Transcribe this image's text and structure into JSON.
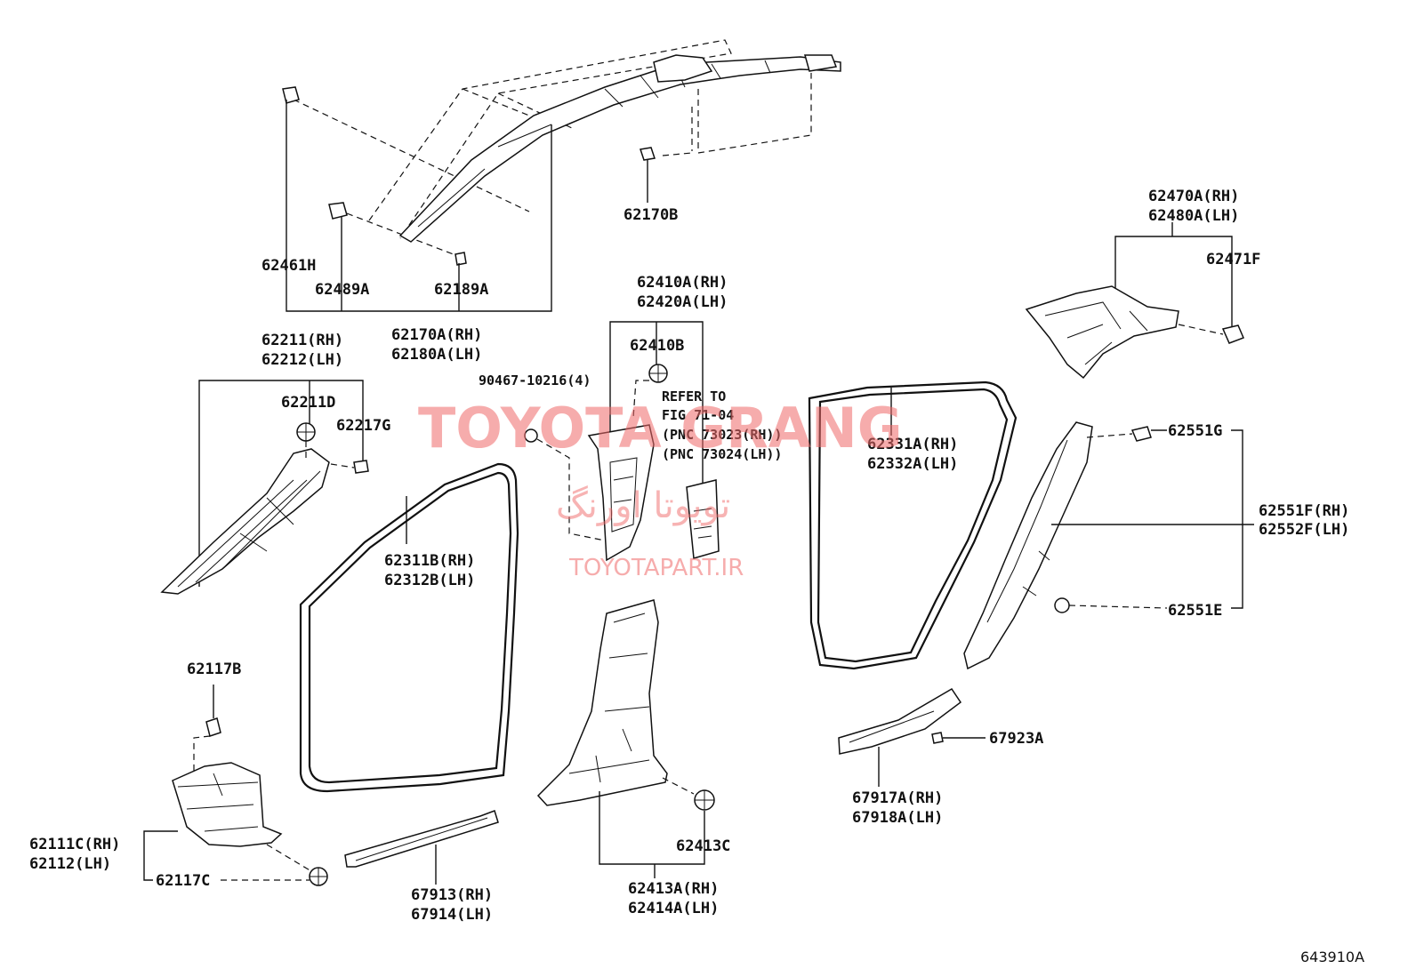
{
  "watermark": {
    "brand": "TOYOTA GRANG",
    "persian": "تویوتا اورنگ",
    "url": "TOYOTAPART.IR"
  },
  "diagram_code": "643910A",
  "reference_note": {
    "line1": "REFER TO",
    "line2": "FIG 71-04",
    "line3": "(PNC 73023(RH))",
    "line4": "(PNC 73024(LH))"
  },
  "labels": {
    "p62170B": "62170B",
    "p62461H": "62461H",
    "p62489A": "62489A",
    "p62189A": "62189A",
    "p62170A_rh": "62170A(RH)",
    "p62180A_lh": "62180A(LH)",
    "p62211_rh": "62211(RH)",
    "p62212_lh": "62212(LH)",
    "p62211D": "62211D",
    "p62217G": "62217G",
    "p90467": "90467-10216(4)",
    "p62410A_rh": "62410A(RH)",
    "p62420A_lh": "62420A(LH)",
    "p62410B": "62410B",
    "p62470A_rh": "62470A(RH)",
    "p62480A_lh": "62480A(LH)",
    "p62471F": "62471F",
    "p62331A_rh": "62331A(RH)",
    "p62332A_lh": "62332A(LH)",
    "p62551G": "62551G",
    "p62551F_rh": "62551F(RH)",
    "p62552F_lh": "62552F(LH)",
    "p62551E": "62551E",
    "p62311B_rh": "62311B(RH)",
    "p62312B_lh": "62312B(LH)",
    "p62117B": "62117B",
    "p62111C_rh": "62111C(RH)",
    "p62112_lh": "62112(LH)",
    "p62117C": "62117C",
    "p67913_rh": "67913(RH)",
    "p67914_lh": "67914(LH)",
    "p62413C": "62413C",
    "p62413A_rh": "62413A(RH)",
    "p62414A_lh": "62414A(LH)",
    "p67923A": "67923A",
    "p67917A_rh": "67917A(RH)",
    "p67918A_lh": "67918A(LH)"
  }
}
